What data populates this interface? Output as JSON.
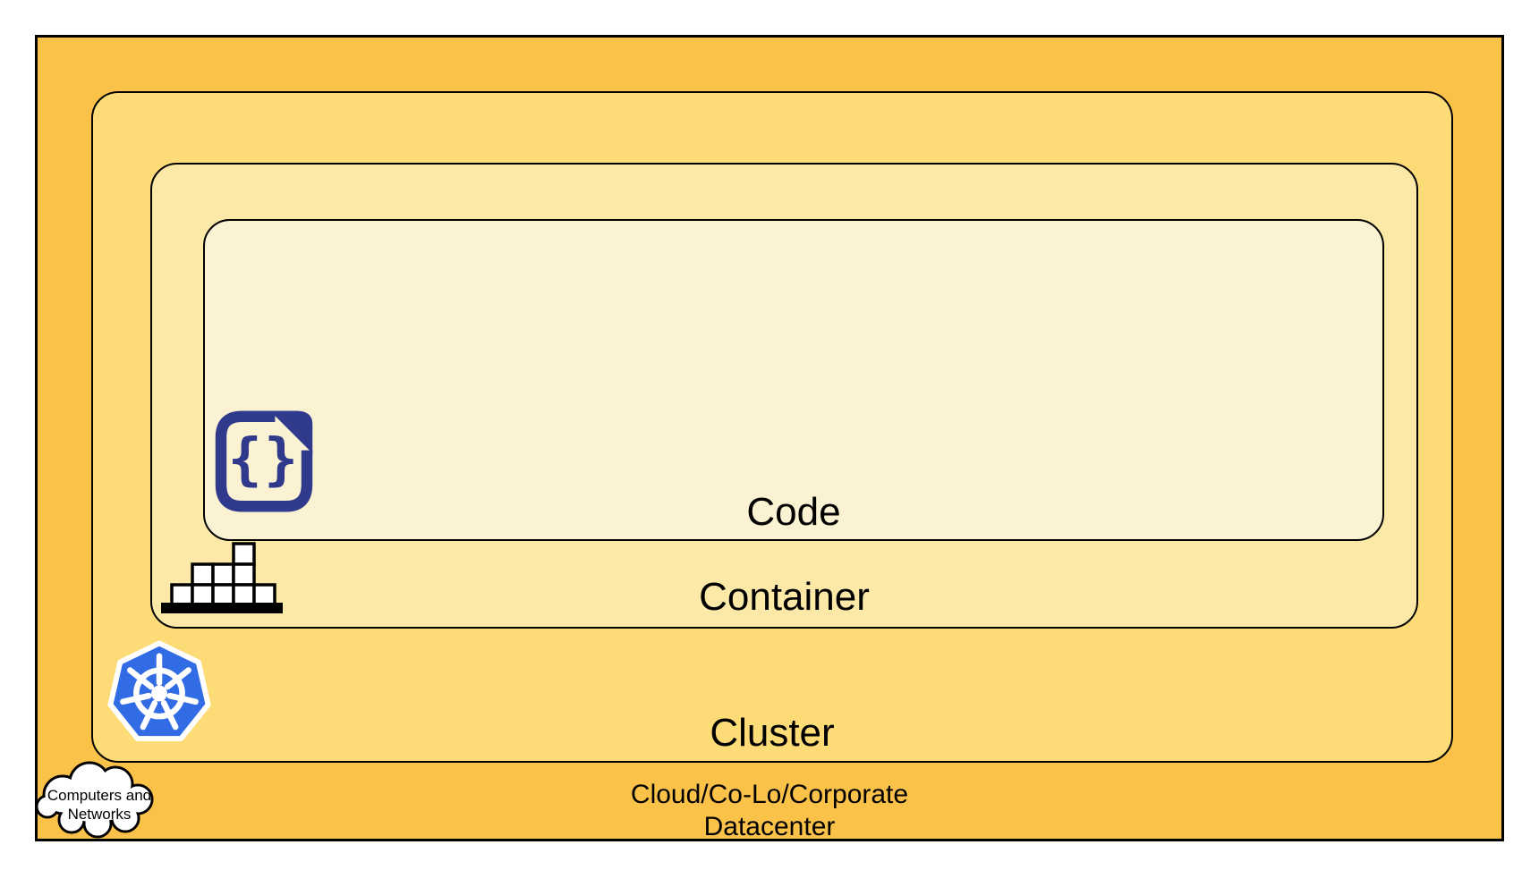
{
  "diagram": {
    "layers": [
      {
        "id": "datacenter",
        "label_lines": [
          "Cloud/Co-Lo/Corporate",
          "Datacenter"
        ],
        "fill": "#FBC24A"
      },
      {
        "id": "cluster",
        "label": "Cluster",
        "fill": "#FDDC78",
        "icon": "kubernetes-icon"
      },
      {
        "id": "container",
        "label": "Container",
        "fill": "#FCE9A8",
        "icon": "container-blocks-icon"
      },
      {
        "id": "code",
        "label": "Code",
        "fill": "#FBF2D3",
        "icon": "code-file-icon",
        "icon_glyph": "{}"
      }
    ],
    "cloud_callout": {
      "lines": [
        "Computers and",
        "Networks"
      ]
    },
    "colors": {
      "outline": "#000000",
      "icon_navy": "#2F3A8C",
      "kubernetes_blue": "#326CE5",
      "icon_white": "#FFFFFF",
      "text": "#000000",
      "page_background": "#FFFFFF"
    }
  }
}
